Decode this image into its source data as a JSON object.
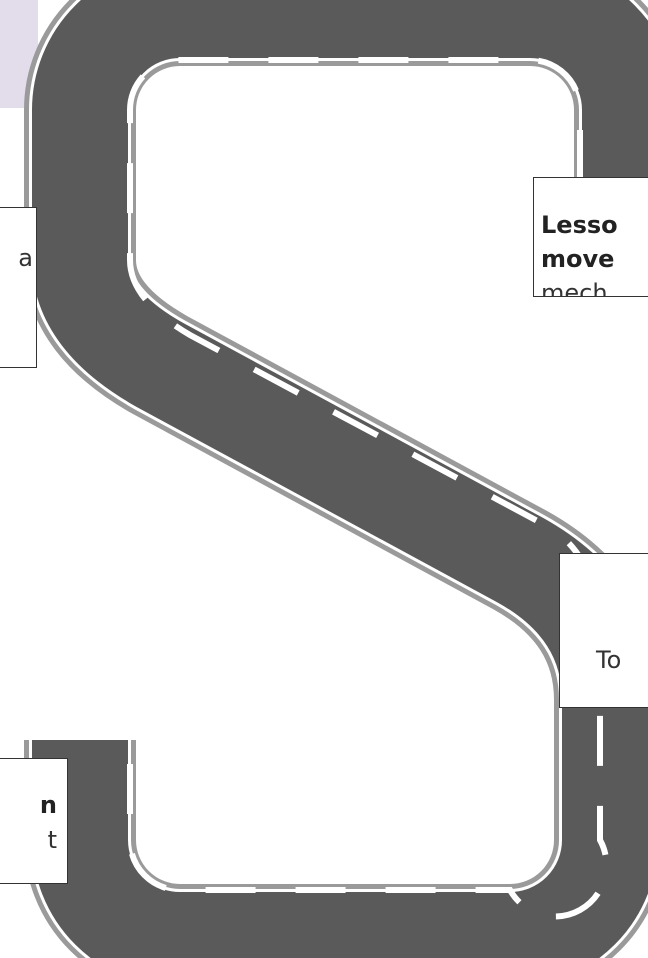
{
  "road": {
    "asphalt_color": "#5a5a5a",
    "edge_color": "#ffffff",
    "outer_color": "#9a9a9a",
    "dash_color": "#ffffff"
  },
  "accent_block": {
    "color": "#e3dcea"
  },
  "boxes": {
    "left_top": {
      "line1": "a"
    },
    "right_top": {
      "line1": "Lesso",
      "line2": "move",
      "line3": "mech"
    },
    "right_mid": {
      "line1": "To"
    },
    "left_bottom": {
      "line1": "n",
      "line2": "t"
    }
  }
}
